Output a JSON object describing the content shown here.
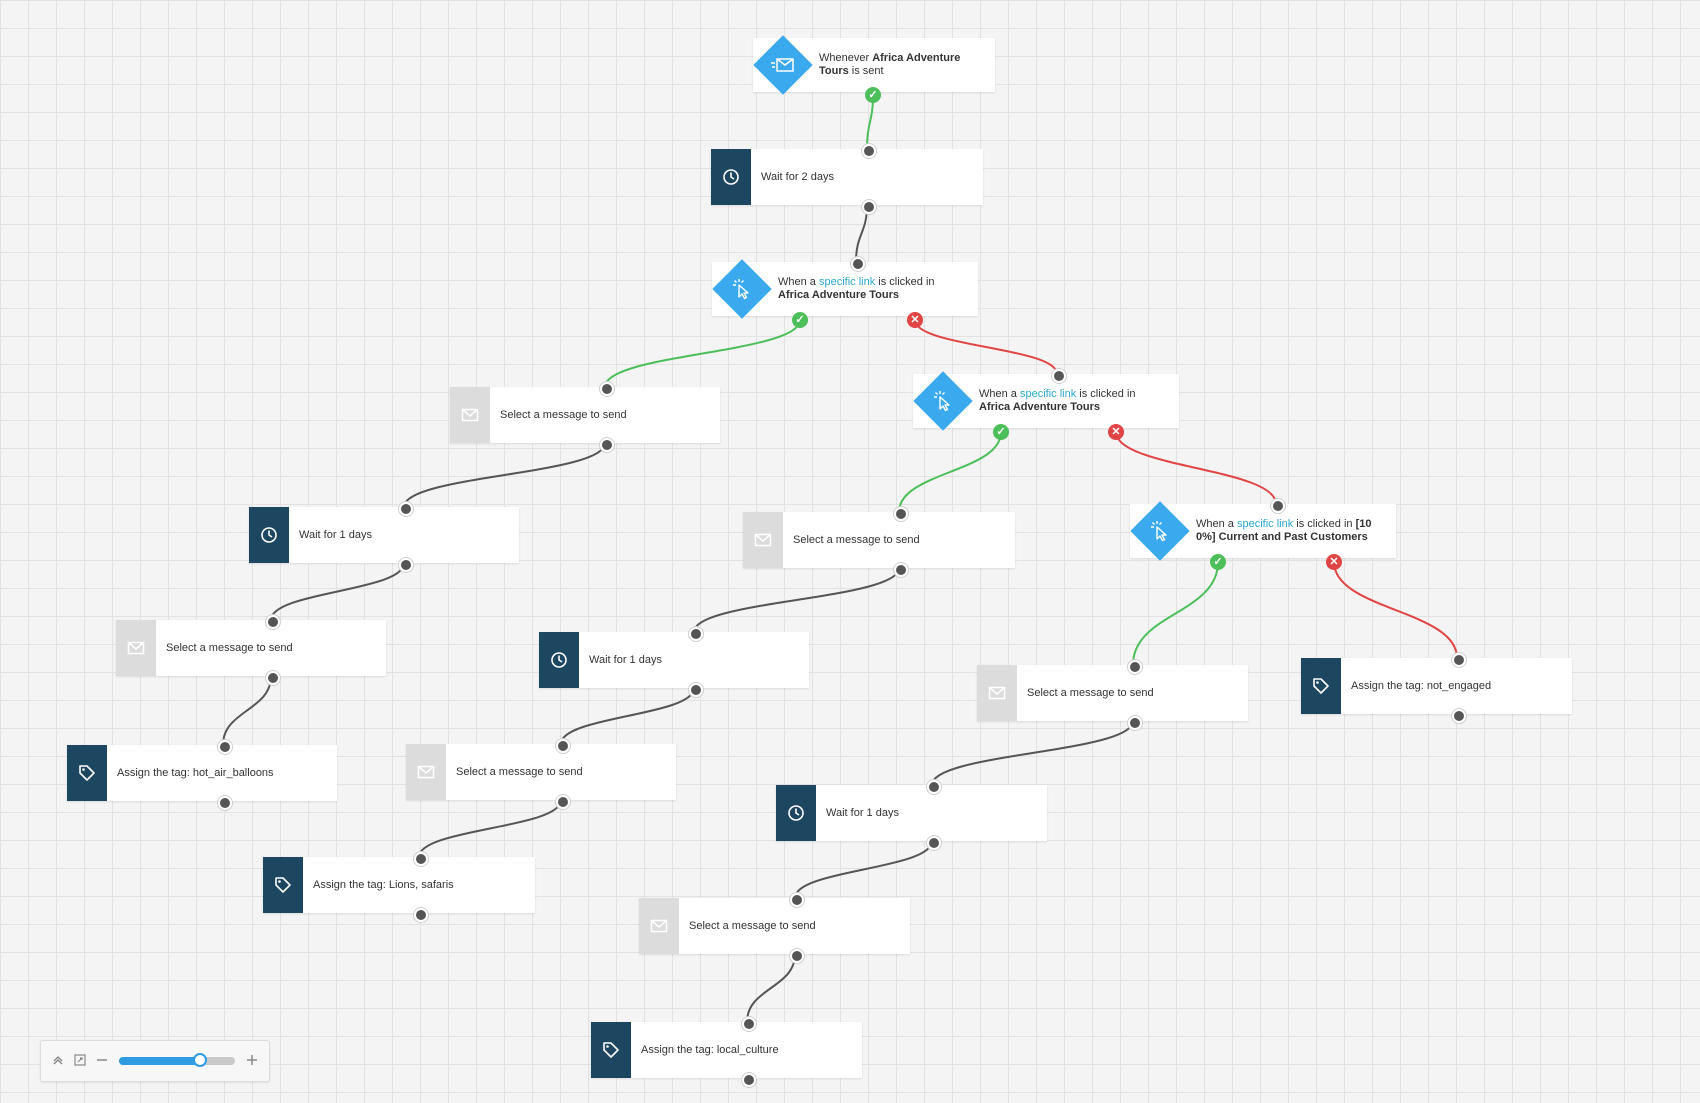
{
  "colors": {
    "trigger_diamond": "#3aa9ee",
    "dark_icon": "#1d4661",
    "message_icon": "#dcdcdc",
    "yes": "#4cbf5a",
    "no": "#e04444",
    "link": "#2aa6c9",
    "wire": "#555555"
  },
  "triggers": [
    {
      "id": "t1",
      "icon": "envelope-send-icon",
      "pre": "Whenever ",
      "bold1": "Africa Adventure Tours",
      "mid": " is sent",
      "link": "",
      "bold2": ""
    },
    {
      "id": "t2",
      "icon": "cursor-click-icon",
      "pre": "When a ",
      "link": "specific link",
      "mid": " is clicked in ",
      "bold1": "",
      "bold2": "Africa Adventure Tours"
    },
    {
      "id": "t3",
      "icon": "cursor-click-icon",
      "pre": "When a ",
      "link": "specific link",
      "mid": " is clicked in ",
      "bold1": "",
      "bold2": "Africa Adventure Tours"
    },
    {
      "id": "t4",
      "icon": "cursor-click-icon",
      "pre": "When a ",
      "link": "specific link",
      "mid": " is clicked in ",
      "bold1": "",
      "bold2": "[10 0%] Current and Past Customers"
    }
  ],
  "steps": [
    {
      "id": "w0",
      "kind": "wait",
      "icon": "clock-icon",
      "label": "Wait for 2 days"
    },
    {
      "id": "m1",
      "kind": "message",
      "icon": "envelope-icon",
      "label": "Select a message to send"
    },
    {
      "id": "w1",
      "kind": "wait",
      "icon": "clock-icon",
      "label": "Wait for 1 days"
    },
    {
      "id": "m2",
      "kind": "message",
      "icon": "envelope-icon",
      "label": "Select a message to send"
    },
    {
      "id": "g1",
      "kind": "tag",
      "icon": "tag-icon",
      "label": "Assign the tag: hot_air_balloons"
    },
    {
      "id": "m3",
      "kind": "message",
      "icon": "envelope-icon",
      "label": "Select a message to send"
    },
    {
      "id": "w2",
      "kind": "wait",
      "icon": "clock-icon",
      "label": "Wait for 1 days"
    },
    {
      "id": "m4",
      "kind": "message",
      "icon": "envelope-icon",
      "label": "Select a message to send"
    },
    {
      "id": "g2",
      "kind": "tag",
      "icon": "tag-icon",
      "label": "Assign the tag: Lions, safaris"
    },
    {
      "id": "m5",
      "kind": "message",
      "icon": "envelope-icon",
      "label": "Select a message to send"
    },
    {
      "id": "w3",
      "kind": "wait",
      "icon": "clock-icon",
      "label": "Wait for 1 days"
    },
    {
      "id": "m6",
      "kind": "message",
      "icon": "envelope-icon",
      "label": "Select a message to send"
    },
    {
      "id": "g3",
      "kind": "tag",
      "icon": "tag-icon",
      "label": "Assign the tag: local_culture"
    },
    {
      "id": "g4",
      "kind": "tag",
      "icon": "tag-icon",
      "label": "Assign the tag: not_engaged"
    }
  ],
  "zoom": {
    "controls": [
      "collapse-icon",
      "fit-icon",
      "zoom-out-icon",
      "zoom-in-icon"
    ],
    "level": 0.7
  }
}
